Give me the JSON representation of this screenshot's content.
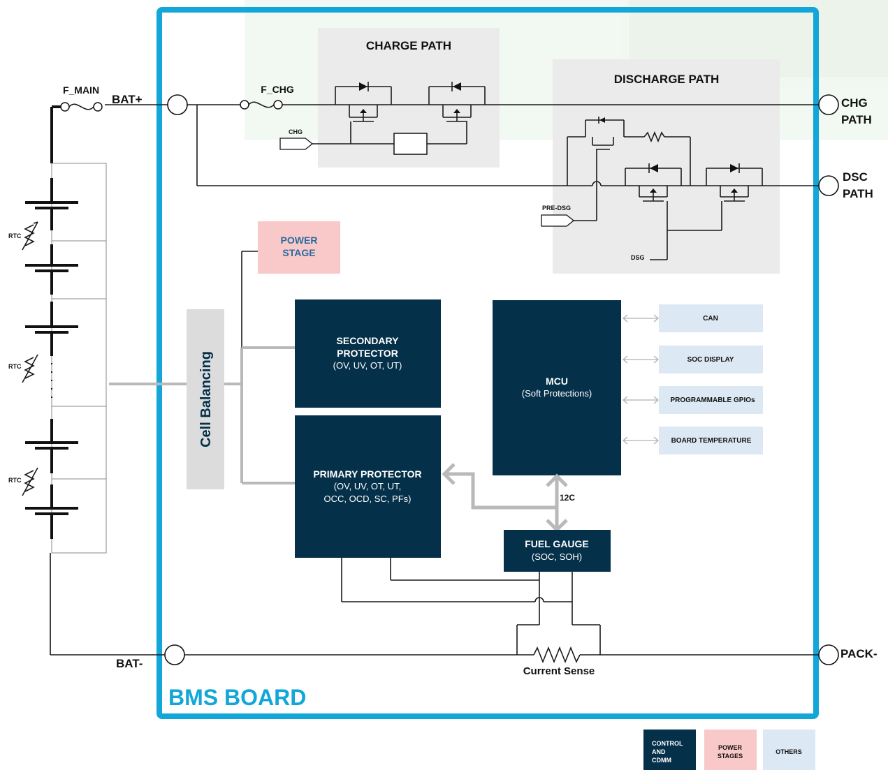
{
  "board": {
    "title": "BMS BOARD",
    "border_color": "#12a6d9"
  },
  "terminals": {
    "bat_plus": "BAT+",
    "bat_minus": "BAT-",
    "chg_path": [
      "CHG",
      "PATH"
    ],
    "dsc_path": [
      "DSC",
      "PATH"
    ],
    "pack_minus": "PACK-"
  },
  "fuses": {
    "main": "F_MAIN",
    "chg": "F_CHG"
  },
  "cells": {
    "thermistor_label": "RTC"
  },
  "charge_path": {
    "title": "CHARGE PATH",
    "signal": "CHG"
  },
  "discharge_path": {
    "title": "DISCHARGE PATH",
    "pre_signal": "PRE-DSG",
    "signal": "DSG"
  },
  "power_stage": {
    "lines": [
      "POWER",
      "STAGE"
    ],
    "color": "#f9c9c9",
    "text_color": "#2a6aa0"
  },
  "cell_balancing": {
    "label": "Cell Balancing"
  },
  "secondary_protector": {
    "title": [
      "SECONDARY",
      "PROTECTOR"
    ],
    "sub": "(OV, UV, OT, UT)"
  },
  "primary_protector": {
    "title": "PRIMARY PROTECTOR",
    "sub": [
      "(OV, UV, OT, UT,",
      "OCC, OCD, SC, PFs)"
    ]
  },
  "mcu": {
    "title": "MCU",
    "sub": "(Soft Protections)"
  },
  "mcu_peripherals": [
    "CAN",
    "SOC DISPLAY",
    "PROGRAMMABLE GPIOs",
    "BOARD TEMPERATURE"
  ],
  "i2c_label": "12C",
  "fuel_gauge": {
    "title": "FUEL GAUGE",
    "sub": "(SOC, SOH)"
  },
  "current_sense": {
    "label": "Current Sense"
  },
  "legend": [
    {
      "lines": [
        "CONTROL",
        "AND",
        "CDMM"
      ],
      "color": "#05304a",
      "text_color": "#ffffff"
    },
    {
      "lines": [
        "POWER",
        "STAGES"
      ],
      "color": "#f9c9c9",
      "text_color": "#111111"
    },
    {
      "lines": [
        "OTHERS"
      ],
      "color": "#dce8f4",
      "text_color": "#111111"
    }
  ],
  "colors": {
    "dark": "#05304a",
    "gray_panel": "#ebebeb",
    "bus_gray": "#b9b9b9"
  }
}
